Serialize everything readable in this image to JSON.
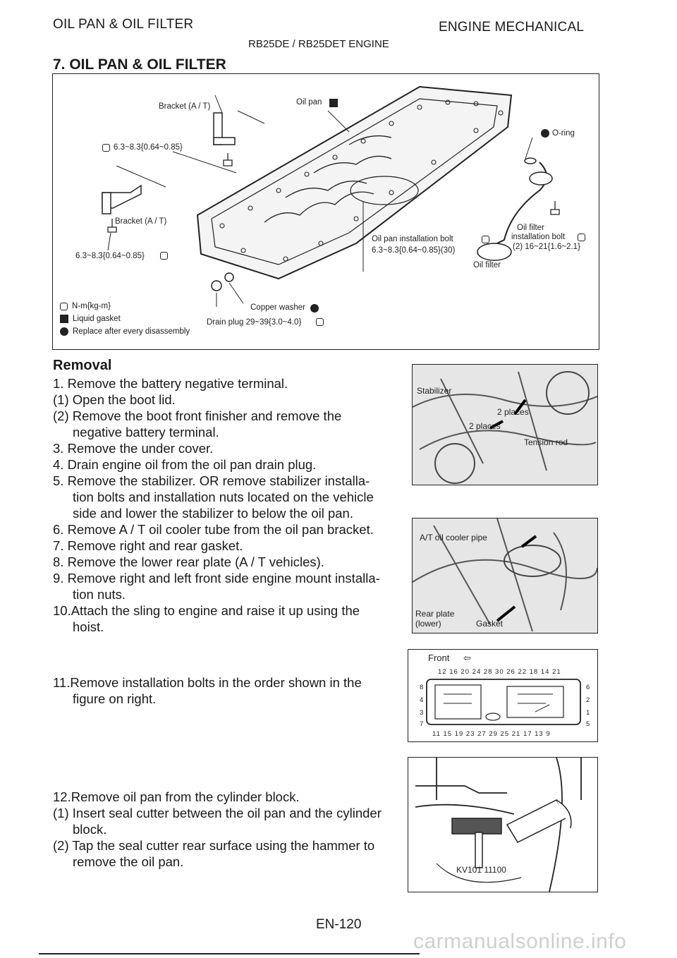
{
  "header": {
    "left": "OIL PAN & OIL FILTER",
    "right": "ENGINE MECHANICAL",
    "engine": "RB25DE / RB25DET ENGINE"
  },
  "section_title": "7. OIL PAN & OIL FILTER",
  "figure1": {
    "labels": {
      "bracket_top": "Bracket (A / T)",
      "oil_pan": "Oil pan",
      "o_ring": "O-ring",
      "torque_top": "6.3~8.3{0.64~0.85}",
      "bracket_mid": "Bracket (A / T)",
      "torque_left": "6.3~8.3{0.64~0.85}",
      "oil_pan_bolt": "Oil pan installation bolt",
      "oil_pan_bolt_torque": "6.3~8.3{0.64~0.85}(30)",
      "oil_filter_install_1": "Oil filter",
      "oil_filter_install_2": "installation bolt",
      "oil_filter_install_torque": "(2) 16~21{1.6~2.1}",
      "oil_filter": "Oil filter",
      "copper_washer": "Copper washer",
      "drain_plug": "Drain plug 29~39{3.0~4.0}"
    },
    "legend": [
      {
        "icon": "torque-icon",
        "text": "N-m{kg-m}"
      },
      {
        "icon": "liquid-gasket-icon",
        "text": "Liquid gasket"
      },
      {
        "icon": "replace-icon",
        "text": "Replace after every disassembly"
      }
    ]
  },
  "removal": {
    "heading": "Removal",
    "steps_a": [
      "1.  Remove the battery negative terminal.",
      "(1)  Open the boot lid.",
      "(2)  Remove the boot front finisher and remove the",
      "negative battery terminal.",
      "3.  Remove the under cover.",
      "4.  Drain engine oil from the oil pan drain plug.",
      "5.  Remove the stabilizer.  OR remove stabilizer installa-",
      "tion bolts and installation nuts located on the vehicle",
      "side and lower the stabilizer to below the oil pan.",
      "6.  Remove A / T oil cooler tube from the oil pan bracket.",
      "7.  Remove right and rear gasket.",
      "8.  Remove the lower rear plate (A / T vehicles).",
      "9.  Remove right and left front side engine mount installa-",
      "tion nuts.",
      "10.Attach the sling to engine and raise it up using the",
      "hoist."
    ],
    "steps_b": [
      "11.Remove installation bolts in the order shown in the",
      "figure on right."
    ],
    "steps_c": [
      "12.Remove oil pan from the cylinder block.",
      "(1) Insert seal cutter between the oil pan and the cylinder",
      "block.",
      "(2) Tap the seal cutter rear surface using the hammer to",
      "remove the oil pan."
    ]
  },
  "photo1": {
    "stabilizer": "Stabilizer",
    "places_a": "2 places",
    "places_b": "2 places",
    "tension_rod": "Tension rod"
  },
  "photo2": {
    "cooler_pipe": "A/T oil cooler pipe",
    "rear_plate_1": "Rear plate",
    "rear_plate_2": "(lower)",
    "gasket": "Gasket"
  },
  "photo3": {
    "front": "Front",
    "top_row": "12 16 20 24 28 30 26 22 18 14 21",
    "bottom_row": "11 15 19 23 27 29 25 21 17 13 9",
    "left_nums": [
      "8",
      "4",
      "3",
      "7"
    ],
    "right_nums": [
      "6",
      "2",
      "1",
      "5"
    ]
  },
  "photo4": {
    "tool": "KV101 11100"
  },
  "footer": {
    "page": "EN-120",
    "watermark": "carmanualsonline.info"
  }
}
